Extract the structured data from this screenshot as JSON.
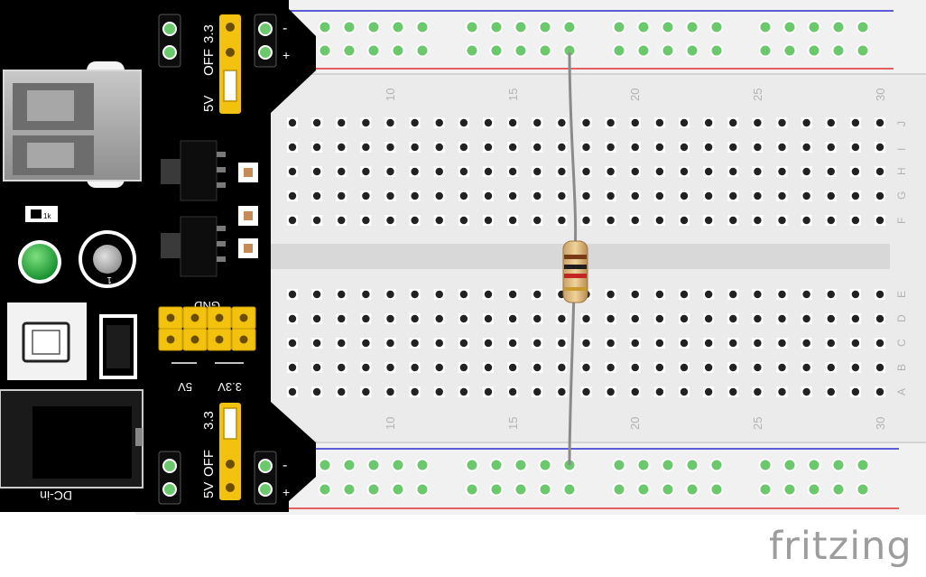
{
  "app": {
    "brand": "fritzing"
  },
  "breadboard": {
    "column_numbers_top": [
      "10",
      "15",
      "20",
      "25",
      "30"
    ],
    "column_numbers_bottom": [
      "10",
      "15",
      "20",
      "25",
      "30"
    ],
    "row_letters_upper": [
      "J",
      "I",
      "H",
      "G",
      "F"
    ],
    "row_letters_lower": [
      "E",
      "D",
      "C",
      "B",
      "A"
    ],
    "visible_columns": 25
  },
  "power_module": {
    "top_rail_minus": "-",
    "top_rail_plus": "+",
    "bottom_rail_minus": "-",
    "bottom_rail_plus": "+",
    "top_jumper_label_33": "3.3",
    "top_jumper_label_off": "OFF",
    "top_jumper_label_5v": "5V",
    "bottom_jumper_label_33": "3.3",
    "bottom_jumper_label_off": "OFF",
    "bottom_jumper_label_5v": "5V",
    "gnd_label": "GND",
    "header_label_5v": "5V",
    "header_label_33v": "3.3V",
    "dc_label": "DC-in",
    "switch_label": "1",
    "resistor_text": "1k"
  },
  "colors": {
    "pcb": "#000000",
    "board": "#ebebeb",
    "rail_red": "#e03030",
    "rail_blue": "#2a2ad0",
    "pin_green": "#6cc86c",
    "jumper_yellow": "#f2c20f",
    "wire": "#8a8a8a"
  }
}
